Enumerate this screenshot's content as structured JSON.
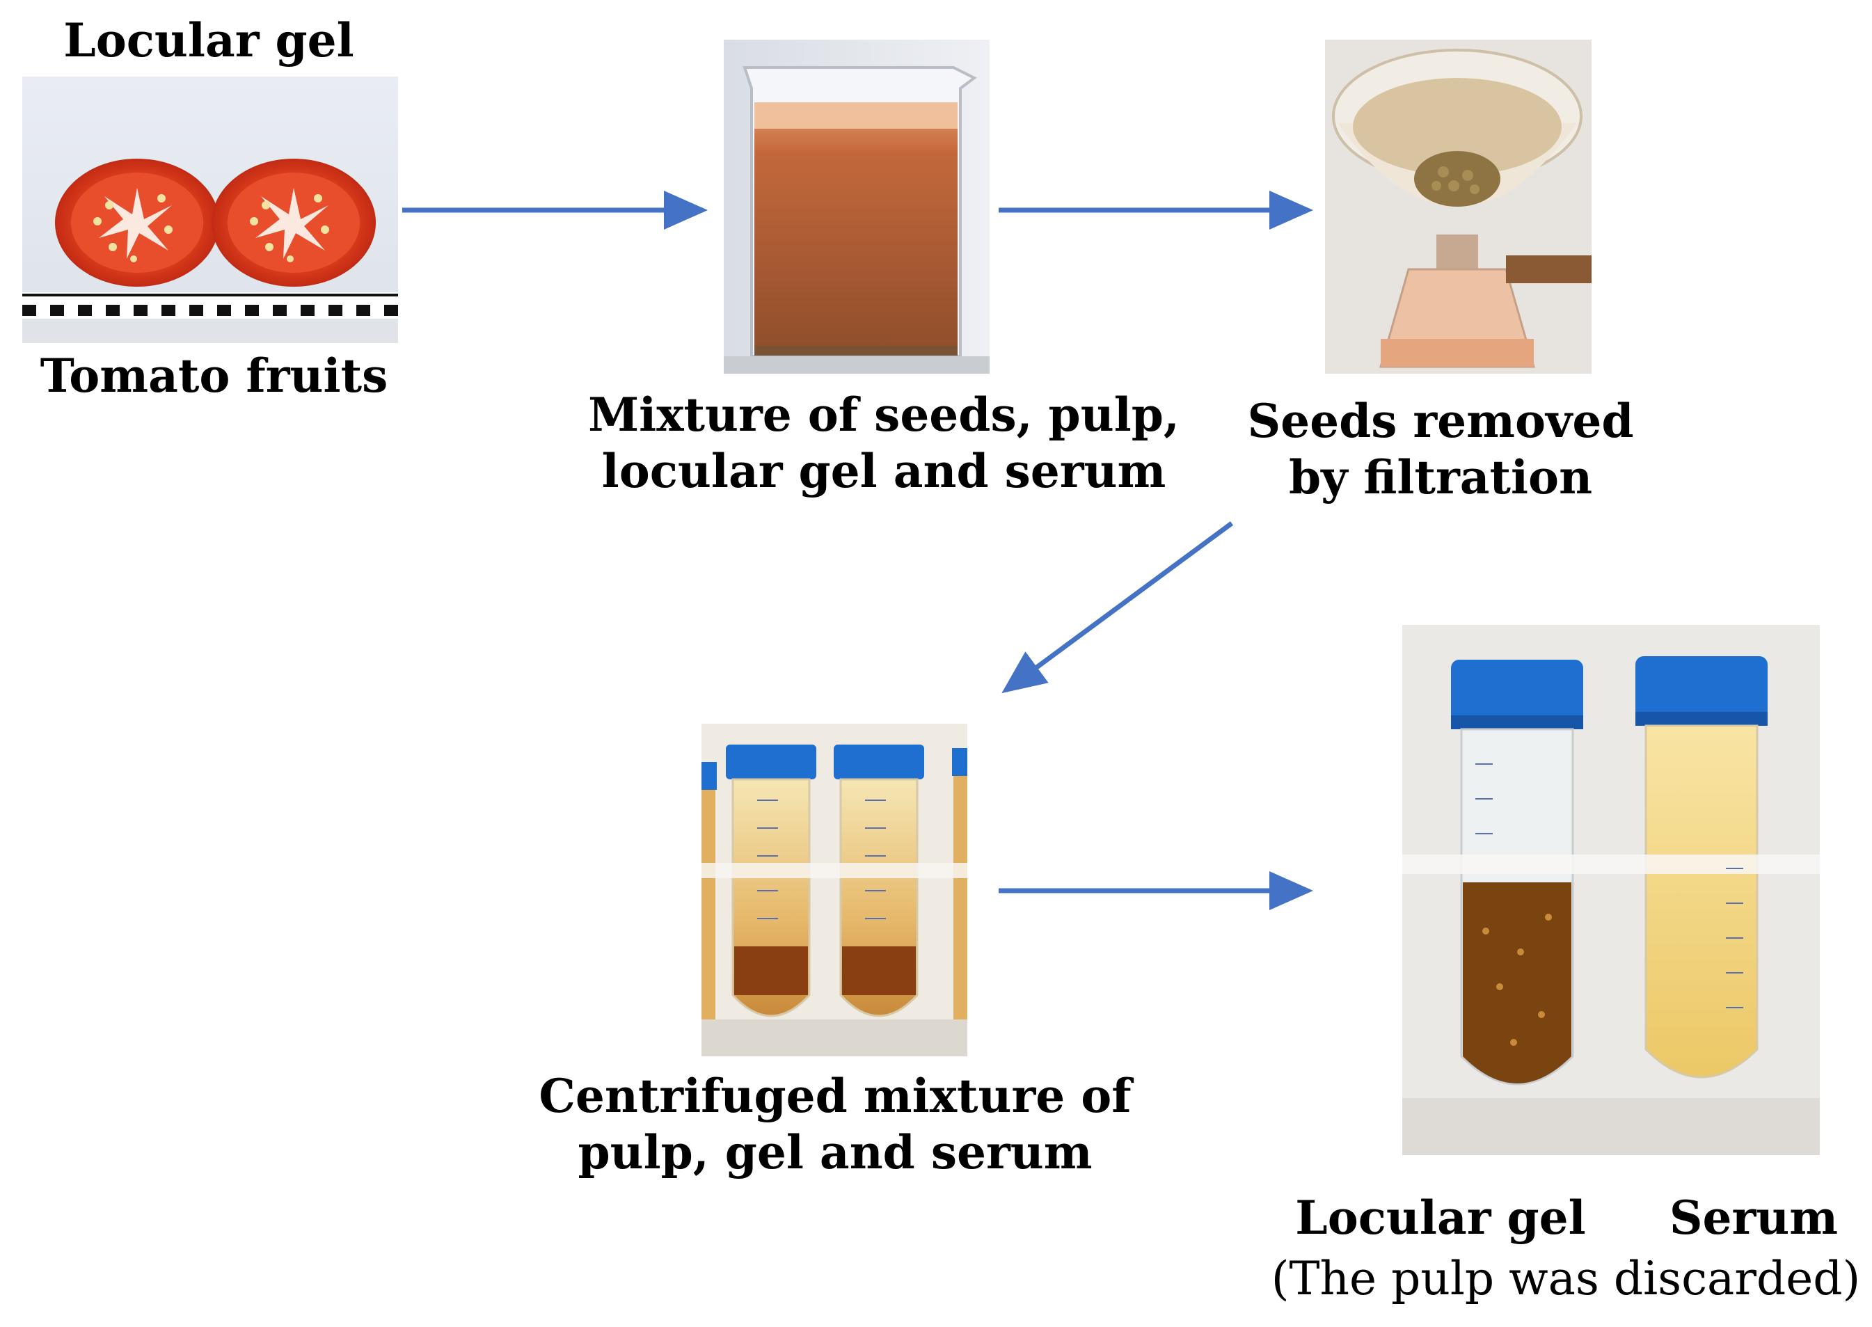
{
  "labels": {
    "locular_gel_top": "Locular gel",
    "tomato_fruits": "Tomato fruits",
    "mixture_line1": "Mixture of seeds, pulp,",
    "mixture_line2": "locular gel and serum",
    "seeds_line1": "Seeds removed",
    "seeds_line2": "by filtration",
    "centrifuged_line1": "Centrifuged mixture of",
    "centrifuged_line2": "pulp, gel and serum",
    "locular_gel_bottom": "Locular gel",
    "serum": "Serum",
    "pulp_note": "(The pulp was discarded)"
  },
  "colors": {
    "arrow": "#4472C4",
    "tomato": "#d93a1c",
    "tube_cap": "#1f6fd1",
    "gel": "#7a4410",
    "serum": "#f0cf70"
  }
}
